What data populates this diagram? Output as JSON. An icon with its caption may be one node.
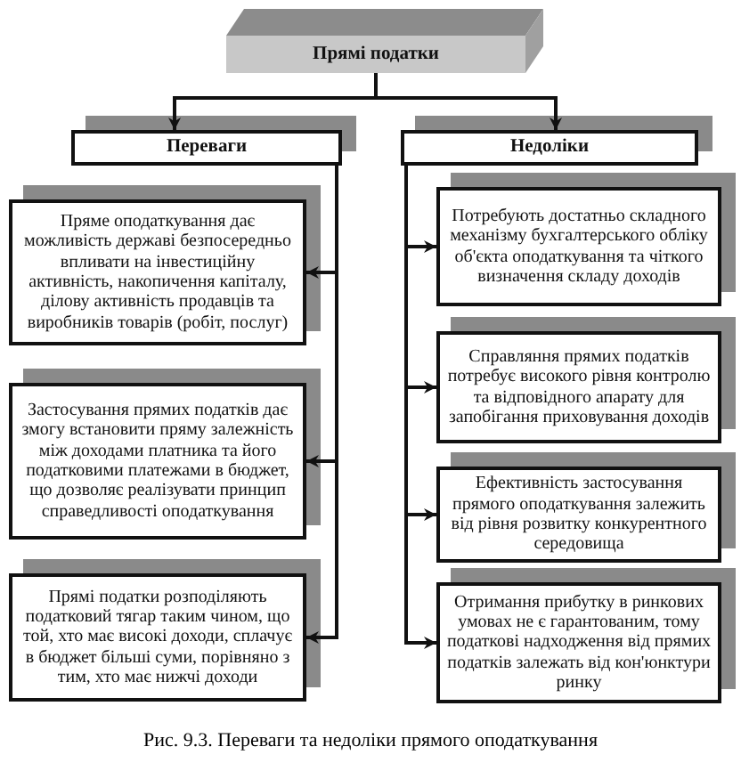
{
  "diagram": {
    "caption": "Рис. 9.3. Переваги та недоліки прямого оподаткування",
    "nodes": [
      {
        "text": [
          "Прямі податки"
        ]
      },
      {
        "text": [
          "Переваги"
        ]
      },
      {
        "text": [
          "Недоліки"
        ]
      },
      {
        "text": [
          "Пряме оподаткування дає можливість державі безпосередньо впливати на інвестиційну активність, накопичення капіталу, ділову активність продавців та виробників товарів (робіт, послуг)"
        ]
      },
      {
        "text": [
          "Застосування прямих податків дає змогу встановити пряму залежність між доходами платника та його податковими платежами в бюджет, що дозволяє реалізувати принцип справедливості оподаткування"
        ]
      },
      {
        "text": [
          "Прямі податки розподіляють податковий тягар таким чином, що той, хто має високі доходи, сплачує в бюджет більші суми, порівняно з тим, хто має нижчі доходи"
        ]
      },
      {
        "text": [
          "Потребують достатньо складного механізму бухгалтерського обліку об'єкта оподаткування та чіткого визначення складу доходів"
        ]
      },
      {
        "text": [
          "Справляння прямих податків потребує високого рівня контролю та відповідного апарату для запобігання приховування доходів"
        ]
      },
      {
        "text": [
          "Ефективність застосування прямого оподаткування залежить від рівня розвитку конкурентного середовища"
        ]
      },
      {
        "text": [
          "Отримання прибутку в ринкових умовах не є гарантованим, тому податкові надходження від прямих податків залежать від кон'юнктури ринку"
        ]
      }
    ],
    "edges": [
      {
        "from": 0,
        "to": 1,
        "arrow": "to"
      },
      {
        "from": 0,
        "to": 2,
        "arrow": "to"
      },
      {
        "from": 1,
        "to": 3,
        "arrow": "to"
      },
      {
        "from": 1,
        "to": 4,
        "arrow": "to"
      },
      {
        "from": 1,
        "to": 5,
        "arrow": "to"
      },
      {
        "from": 2,
        "to": 6,
        "arrow": "to"
      },
      {
        "from": 2,
        "to": 7,
        "arrow": "to"
      },
      {
        "from": 2,
        "to": 8,
        "arrow": "to"
      },
      {
        "from": 2,
        "to": 9,
        "arrow": "to"
      }
    ]
  }
}
